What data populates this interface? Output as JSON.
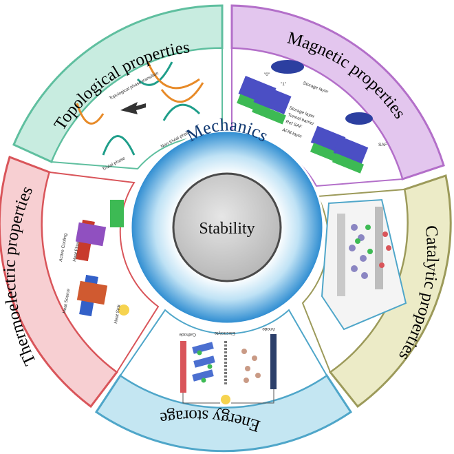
{
  "center": {
    "outer_label": "Mechanics",
    "inner_label": "Stability"
  },
  "sectors": {
    "topological": {
      "title": "Topological   properties",
      "color": "#5fbf9f",
      "fill": "#c8ece0",
      "labels": {
        "trivial": "Trivial phase",
        "nontrivial": "Non-trivial phase",
        "transition": "Topological phase transition"
      }
    },
    "magnetic": {
      "title": "Magnetic properties",
      "color": "#b36fc9",
      "fill": "#e3c6ee",
      "labels": {
        "storage": "Storage layer",
        "storage2": "Storage layer",
        "tunnel": "Tunnel barrier",
        "ref": "Ref SAF",
        "afm": "AFM-layer",
        "saf": "SAF",
        "zero": "\"0\"",
        "one": "\"1\""
      }
    },
    "catalytic": {
      "title": "Catalytic properties",
      "color": "#9c9a5a",
      "fill": "#ecebc7"
    },
    "energy": {
      "title": "Energy storage",
      "color": "#4fa6c9",
      "fill": "#c4e6f2",
      "labels": {
        "cathode": "Cathode",
        "anode": "Anode",
        "electrolyte": "Electrolyte"
      }
    },
    "thermo": {
      "title": "Thermoelectric properties",
      "color": "#d9555a",
      "fill": "#f7cfd2",
      "labels": {
        "heat_flow": "Heat Flow",
        "heat_source": "Heat Source",
        "heat_sink": "Heat Sink",
        "active_cooling": "Active Cooling"
      }
    }
  },
  "colors": {
    "ring_blue": "#2e8fd1",
    "core_gray": "#c9c9c9"
  }
}
